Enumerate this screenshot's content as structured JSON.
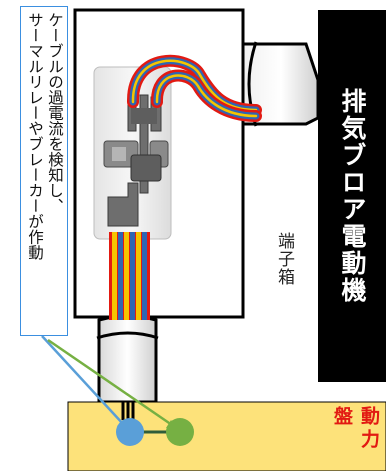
{
  "caption": {
    "lines": [
      "ケーブルの過電流を検知し、",
      "サーマルリレーやブレーカーが作動"
    ]
  },
  "labels": {
    "motor": "排気ブロア電動機",
    "terminal_box": "端子箱",
    "power_panel": "動力盤"
  },
  "colors": {
    "motor_body": "#000000",
    "power_panel_fill": "#fde27a",
    "power_panel_text": "#e21a12",
    "cable_red": "#e21a12",
    "cable_yellow": "#f5c400",
    "cable_blue": "#2f66b3",
    "breaker_blue": "#5a9fd8",
    "thermal_green": "#76b043",
    "caption_border": "#3b8fe0"
  }
}
